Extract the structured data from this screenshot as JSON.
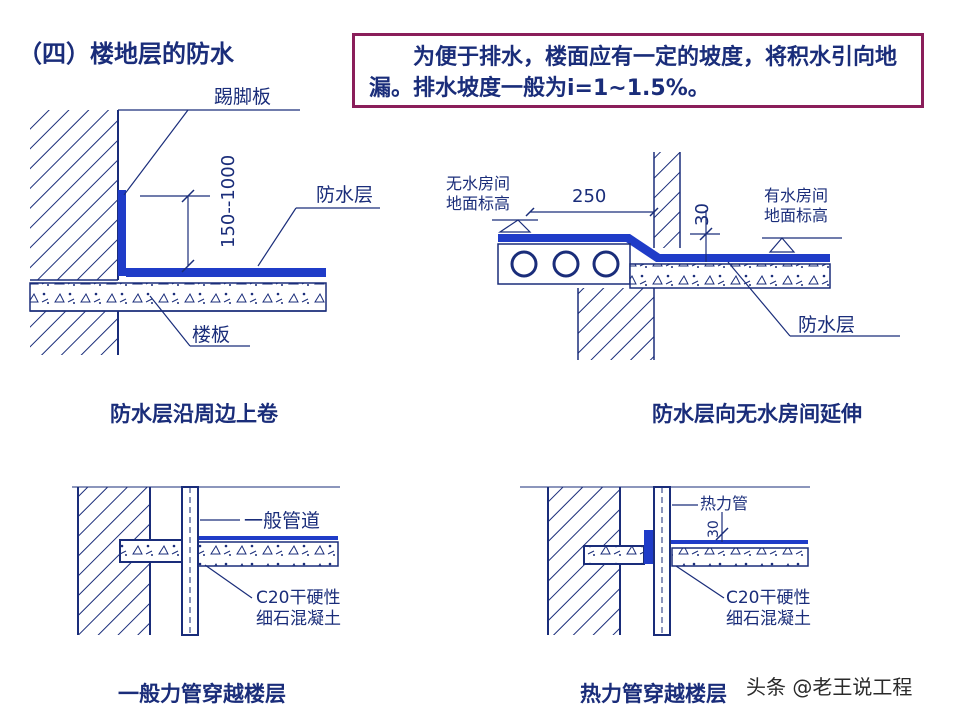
{
  "title": "（四）楼地层的防水",
  "note": "为便于排水，楼面应有一定的坡度，将积水引向地漏。排水坡度一般为i=1~1.5%。",
  "fig1": {
    "skirting": "踢脚板",
    "dimension": "150--1000",
    "waterproof": "防水层",
    "slab": "楼板",
    "caption": "防水层沿周边上卷"
  },
  "fig2": {
    "dry_room_label": "无水房间\n地面标高",
    "dim_250": "250",
    "dim_30": "30",
    "wet_room_label": "有水房间\n地面标高",
    "waterproof": "防水层",
    "caption": "防水层向无水房间延伸"
  },
  "fig3": {
    "pipe": "一般管道",
    "concrete": "C20干硬性\n细石混凝土",
    "caption": "一般力管穿越楼层"
  },
  "fig4": {
    "pipe": "热力管",
    "dim_30": "30",
    "concrete": "C20干硬性\n细石混凝土",
    "caption": "热力管穿越楼层"
  },
  "watermark": "头条 @老王说工程",
  "colors": {
    "line": "#1a2d7a",
    "accent": "#1f3cc8",
    "border": "#8a1e5a"
  }
}
